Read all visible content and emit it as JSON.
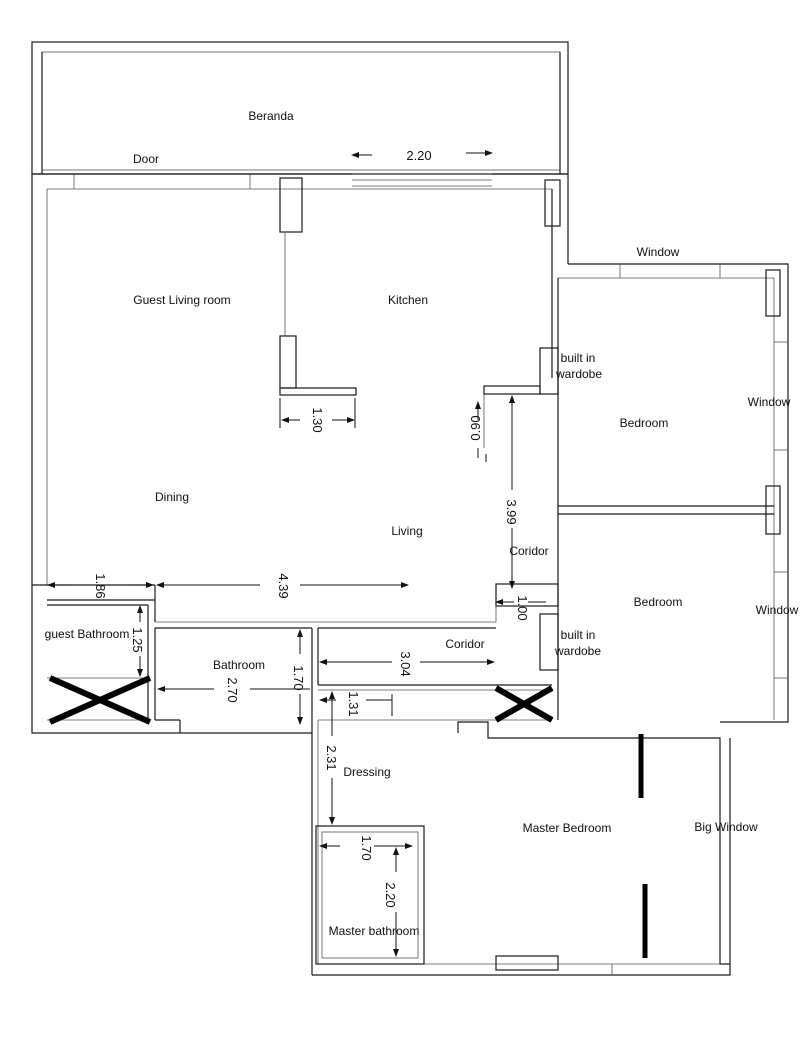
{
  "rooms": {
    "beranda": "Beranda",
    "door": "Door",
    "guest_living": "Guest  Living room",
    "kitchen": "Kitchen",
    "window_top": "Window",
    "wardrobe_top_1": "built in",
    "wardrobe_top_2": "wardobe",
    "window_right_1": "Window",
    "bedroom_1": "Bedroom",
    "dining": "Dining",
    "living": "Living",
    "coridor_1": "Coridor",
    "bedroom_2": "Bedroom",
    "window_right_2": "Window",
    "guest_bathroom": "guest Bathroom",
    "bathroom": "Bathroom",
    "coridor_2": "Coridor",
    "wardrobe_bottom_1": "built in",
    "wardrobe_bottom_2": "wardobe",
    "dressing": "Dressing",
    "master_bedroom": "Master Bedroom",
    "big_window": "Big Window",
    "master_bathroom": "Master bathroom"
  },
  "dimensions": {
    "beranda_width": "2.20",
    "kitchen_counter": "1.30",
    "corridor_door": "0.90",
    "corridor_length": "3.99",
    "dining_width": "1.86",
    "living_width": "4.39",
    "corridor_gap": "1.00",
    "guest_bath_height": "1.25",
    "bathroom_height": "1.70",
    "bathroom_width": "2.70",
    "coridor_width": "3.04",
    "dressing_width": "1.31",
    "dressing_height": "2.31",
    "master_bath_width": "1.70",
    "master_bath_height": "2.20"
  },
  "colors": {
    "wall": "#1a1a1a",
    "text": "#111111",
    "marker": "#000000"
  }
}
